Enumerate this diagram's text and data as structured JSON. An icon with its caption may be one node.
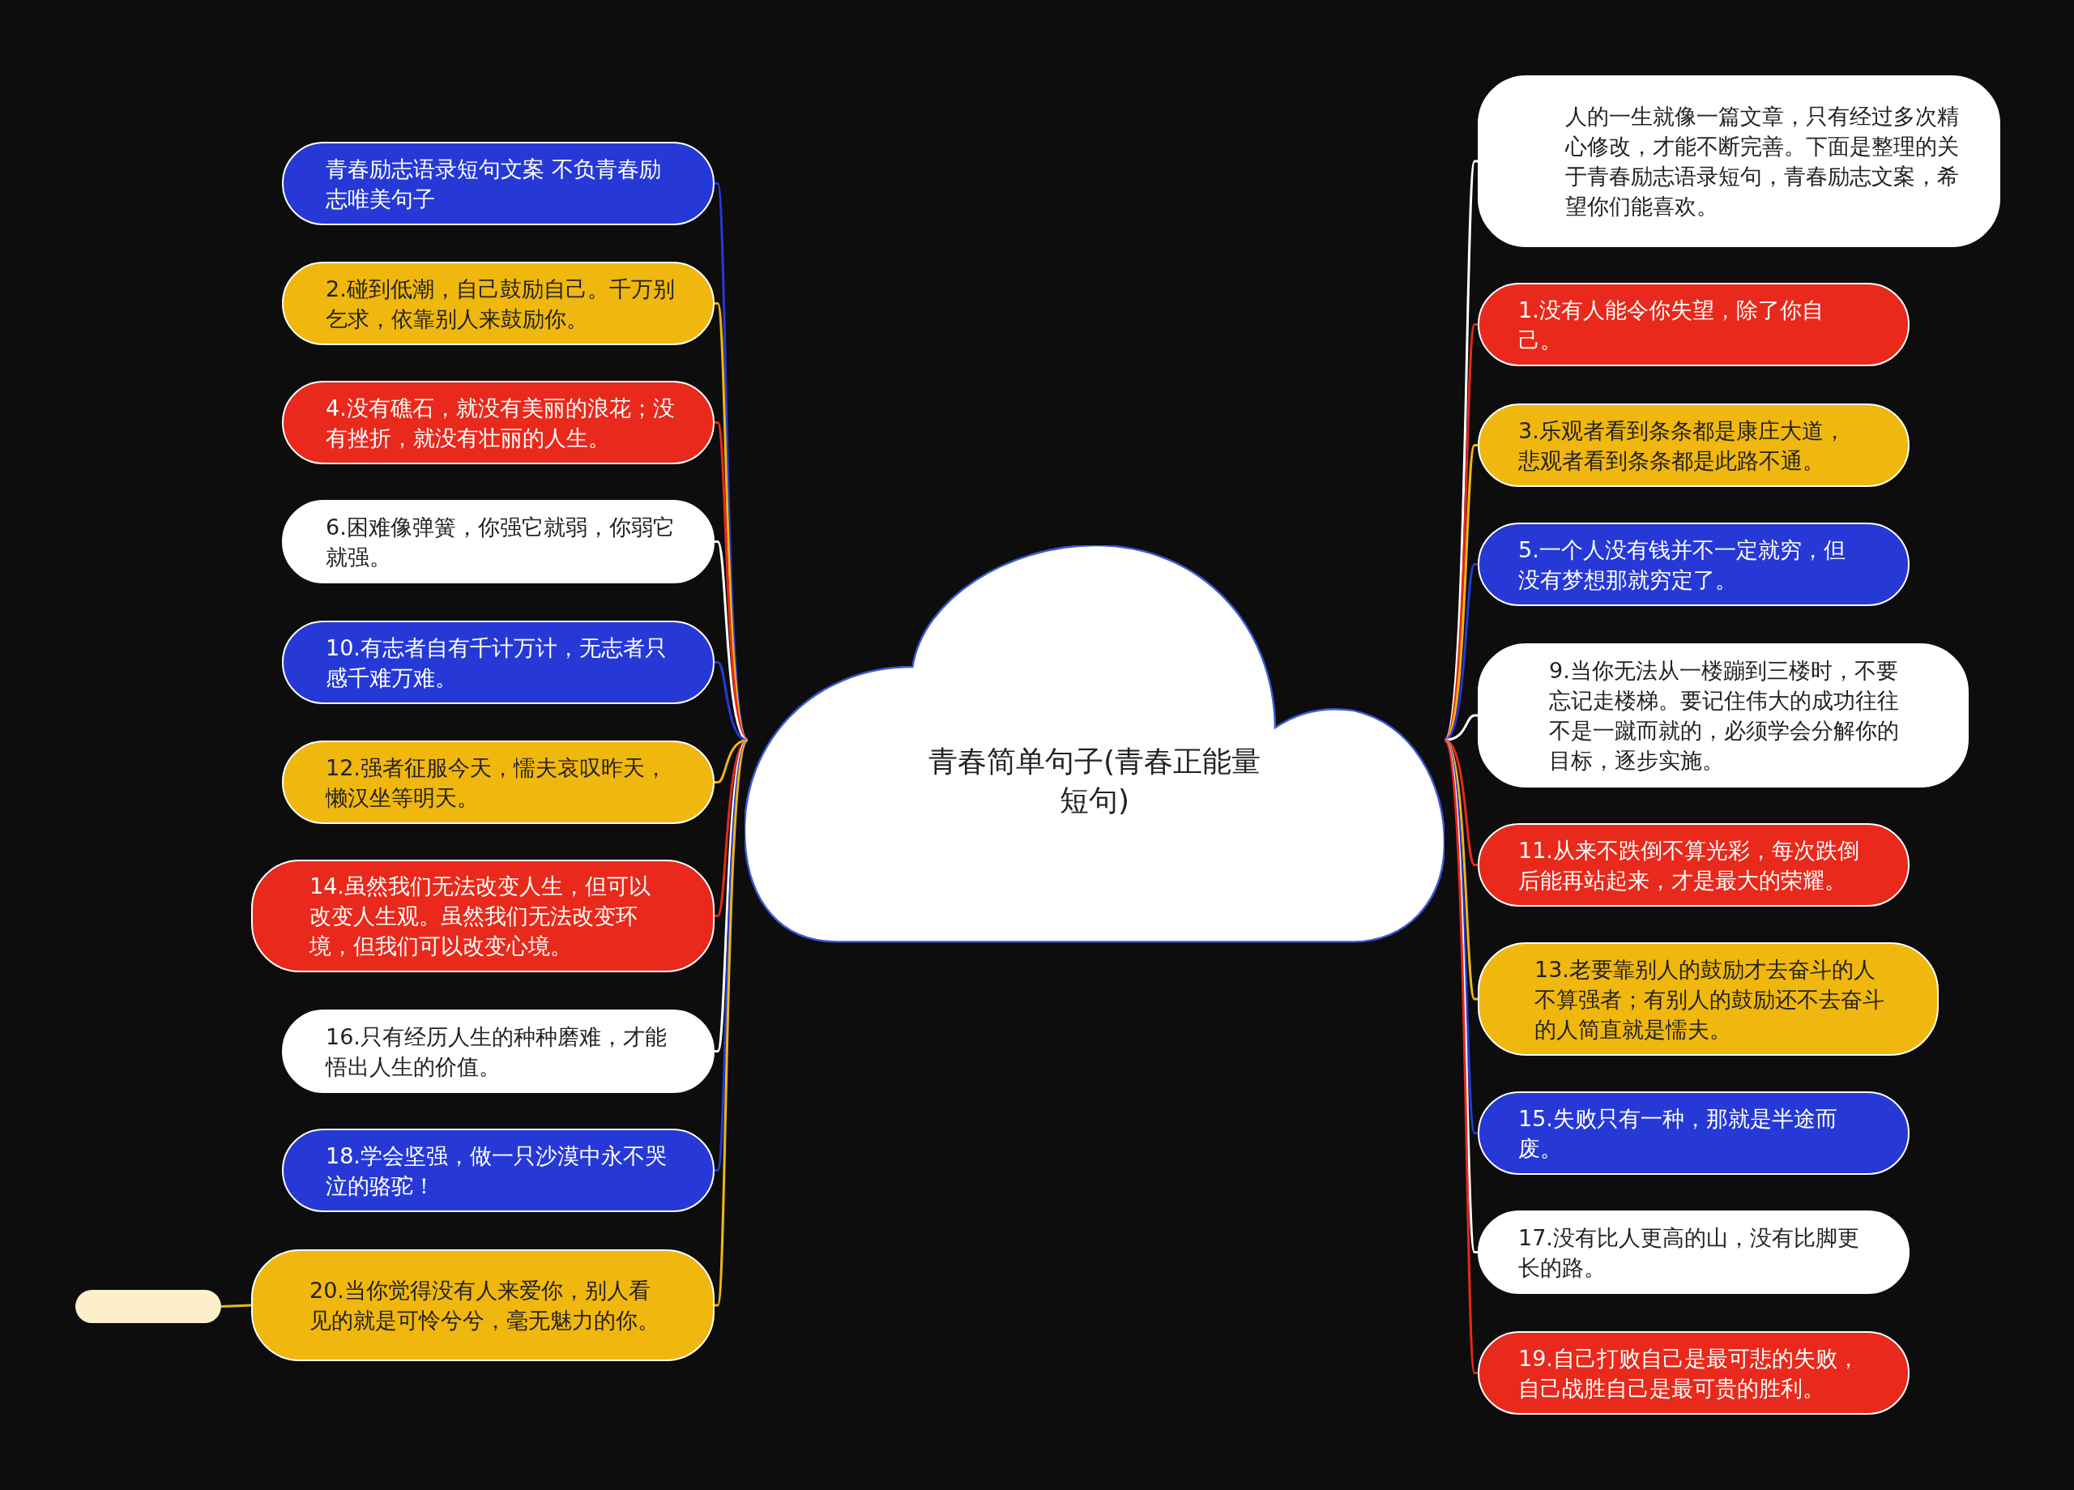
{
  "diagram": {
    "nodes": [
      {
        "text": [
          "青春简单句子(青春正能量短句)"
        ]
      },
      {
        "text": [
          "青春励志语录短句文案 不负青春励志唯美句子"
        ]
      },
      {
        "text": [
          "2.碰到低潮，自己鼓励自己。千万别乞求，依靠别人来鼓励你。"
        ]
      },
      {
        "text": [
          "4.没有礁石，就没有美丽的浪花；没有挫折，就没有壮丽的人生。"
        ]
      },
      {
        "text": [
          "6.困难像弹簧，你强它就弱，你弱它就强。"
        ]
      },
      {
        "text": [
          "10.有志者自有千计万计，无志者只感千难万难。"
        ]
      },
      {
        "text": [
          "12.强者征服今天，懦夫哀叹昨天，懒汉坐等明天。"
        ]
      },
      {
        "text": [
          "14.虽然我们无法改变人生，但可以改变人生观。虽然我们无法改变环境，但我们可以改变心境。"
        ]
      },
      {
        "text": [
          "16.只有经历人生的种种磨难，才能悟出人生的价值。"
        ]
      },
      {
        "text": [
          "18.学会坚强，做一只沙漠中永不哭泣的骆驼！"
        ]
      },
      {
        "text": [
          "20.当你觉得没有人来爱你，别人看见的就是可怜兮兮，毫无魅力的你。"
        ]
      },
      {
        "text": [
          "人的一生就像一篇文章，只有经过多次精心修改，才能不断完善。下面是整理的关于青春励志语录短句，青春励志文案，希望你们能喜欢。"
        ]
      },
      {
        "text": [
          "1.没有人能令你失望，除了你自己。"
        ]
      },
      {
        "text": [
          "3.乐观者看到条条都是康庄大道，悲观者看到条条都是此路不通。"
        ]
      },
      {
        "text": [
          "5.一个人没有钱并不一定就穷，但没有梦想那就穷定了。"
        ]
      },
      {
        "text": [
          "9.当你无法从一楼蹦到三楼时，不要忘记走楼梯。要记住伟大的成功往往不是一蹴而就的，必须学会分解你的目标，逐步实施。"
        ]
      },
      {
        "text": [
          "11.从来不跌倒不算光彩，每次跌倒后能再站起来，才是最大的荣耀。"
        ]
      },
      {
        "text": [
          "13.老要靠别人的鼓励才去奋斗的人不算强者；有别人的鼓励还不去奋斗的人简直就是懦夫。"
        ]
      },
      {
        "text": [
          "15.失败只有一种，那就是半途而废。"
        ]
      },
      {
        "text": [
          "17.没有比人更高的山，没有比脚更长的路。"
        ]
      },
      {
        "text": [
          "19.自己打败自己是最可悲的失败，自己战胜自己是最可贵的胜利。"
        ]
      },
      {
        "text": [],
        "shape": "box"
      }
    ],
    "edges": [
      {
        "from": 0,
        "to": 1,
        "arrow": "none",
        "color": "#2639d6"
      },
      {
        "from": 0,
        "to": 2,
        "arrow": "none",
        "color": "#f0b70e"
      },
      {
        "from": 0,
        "to": 3,
        "arrow": "none",
        "color": "#e8291b"
      },
      {
        "from": 0,
        "to": 4,
        "arrow": "none",
        "color": "#ffffff"
      },
      {
        "from": 0,
        "to": 5,
        "arrow": "none",
        "color": "#2639d6"
      },
      {
        "from": 0,
        "to": 6,
        "arrow": "none",
        "color": "#f0b70e"
      },
      {
        "from": 0,
        "to": 7,
        "arrow": "none",
        "color": "#e8291b"
      },
      {
        "from": 0,
        "to": 8,
        "arrow": "none",
        "color": "#ffffff"
      },
      {
        "from": 0,
        "to": 9,
        "arrow": "none",
        "color": "#2639d6"
      },
      {
        "from": 0,
        "to": 10,
        "arrow": "none",
        "color": "#f0b70e"
      },
      {
        "from": 0,
        "to": 11,
        "arrow": "none",
        "color": "#ffffff"
      },
      {
        "from": 0,
        "to": 12,
        "arrow": "none",
        "color": "#e8291b"
      },
      {
        "from": 0,
        "to": 13,
        "arrow": "none",
        "color": "#f0b70e"
      },
      {
        "from": 0,
        "to": 14,
        "arrow": "none",
        "color": "#2639d6"
      },
      {
        "from": 0,
        "to": 15,
        "arrow": "none",
        "color": "#ffffff"
      },
      {
        "from": 0,
        "to": 16,
        "arrow": "none",
        "color": "#e8291b"
      },
      {
        "from": 0,
        "to": 17,
        "arrow": "none",
        "color": "#f0b70e"
      },
      {
        "from": 0,
        "to": 18,
        "arrow": "none",
        "color": "#2639d6"
      },
      {
        "from": 0,
        "to": 19,
        "arrow": "none",
        "color": "#ffffff"
      },
      {
        "from": 0,
        "to": 20,
        "arrow": "none",
        "color": "#e8291b"
      },
      {
        "from": 10,
        "to": 21,
        "arrow": "none",
        "color": "#f0b70e"
      }
    ]
  }
}
